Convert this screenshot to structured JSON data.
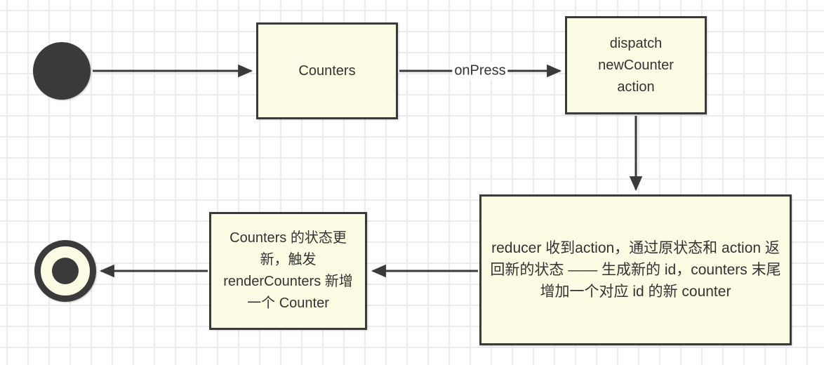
{
  "diagram": {
    "type": "state-flow-diagram",
    "description": "Redux counter data flow diagram on grid paper background",
    "colors": {
      "stroke": "#3a3a3a",
      "node_fill": "#fcfce5",
      "grid_line": "#ececec",
      "canvas_bg": "#ffffff",
      "text": "#333333"
    },
    "nodes": {
      "start": {
        "type": "initial-state-dot"
      },
      "counters": {
        "label": "Counters"
      },
      "dispatch": {
        "label": "dispatch newCounter action"
      },
      "reducer": {
        "label": "reducer 收到action，通过原状态和 action 返回新的状态 —— 生成新的 id，counters 末尾增加一个对应 id 的新 counter"
      },
      "render": {
        "label": "Counters 的状态更新，触发 renderCounters 新增一个 Counter"
      },
      "end": {
        "type": "final-state-double-circle"
      }
    },
    "edges": {
      "start_to_counters": {
        "from": "start",
        "to": "counters",
        "label": ""
      },
      "counters_to_dispatch": {
        "from": "counters",
        "to": "dispatch",
        "label": "onPress"
      },
      "dispatch_to_reducer": {
        "from": "dispatch",
        "to": "reducer",
        "label": ""
      },
      "reducer_to_render": {
        "from": "reducer",
        "to": "render",
        "label": ""
      },
      "render_to_end": {
        "from": "render",
        "to": "end",
        "label": ""
      }
    }
  }
}
